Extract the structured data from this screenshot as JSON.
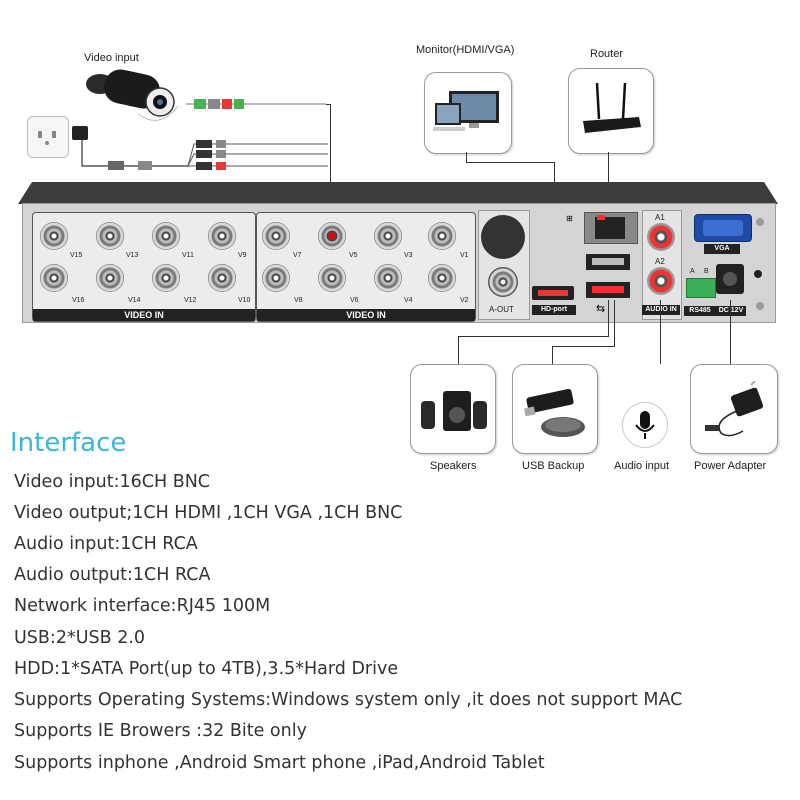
{
  "labels": {
    "video_input": "Video input",
    "monitor": "Monitor(HDMI/VGA)",
    "router": "Router",
    "speakers": "Speakers",
    "usb_backup": "USB Backup",
    "audio_input": "Audio input",
    "power_adapter": "Power Adapter"
  },
  "panel": {
    "video_in_left": "VIDEO IN",
    "video_in_right": "VIDEO IN",
    "a_out": "A-OUT",
    "hd_port": "HD-port",
    "audio_in": "AUDIO IN",
    "vga": "VGA",
    "rs485": "RS485",
    "dc12v": "DC 12V",
    "a1": "A1",
    "a2": "A2",
    "a": "A",
    "b": "B",
    "channels_top_left": [
      "V15",
      "V13",
      "V11",
      "V9"
    ],
    "channels_bottom_left": [
      "V16",
      "V14",
      "V12",
      "V10"
    ],
    "channels_top_right": [
      "V7",
      "V5",
      "V3",
      "V1"
    ],
    "channels_bottom_right": [
      "V8",
      "V6",
      "V4",
      "V2"
    ]
  },
  "interface": {
    "title": "Interface",
    "specs": [
      "Video input:16CH BNC",
      "Video output;1CH HDMI ,1CH VGA ,1CH BNC",
      "Audio input:1CH RCA",
      "Audio output:1CH RCA",
      "Network interface:RJ45 100M",
      "USB:2*USB 2.0",
      "HDD:1*SATA Port(up to 4TB),3.5*Hard Drive",
      "Supports  Operating Systems:Windows system only ,it does not support MAC",
      "Supports IE Browers :32 Bite only",
      "Supports inphone ,Android Smart phone ,iPad,Android Tablet"
    ]
  },
  "colors": {
    "title": "#3ab6d6",
    "text": "#333333",
    "highlight": "#e00000"
  },
  "icons": [
    "power-outlet-icon",
    "power-plug-icon",
    "camera-icon",
    "monitor-icon",
    "router-icon",
    "speakers-icon",
    "usb-drive-icon",
    "mouse-icon",
    "microphone-icon",
    "power-adapter-icon"
  ]
}
